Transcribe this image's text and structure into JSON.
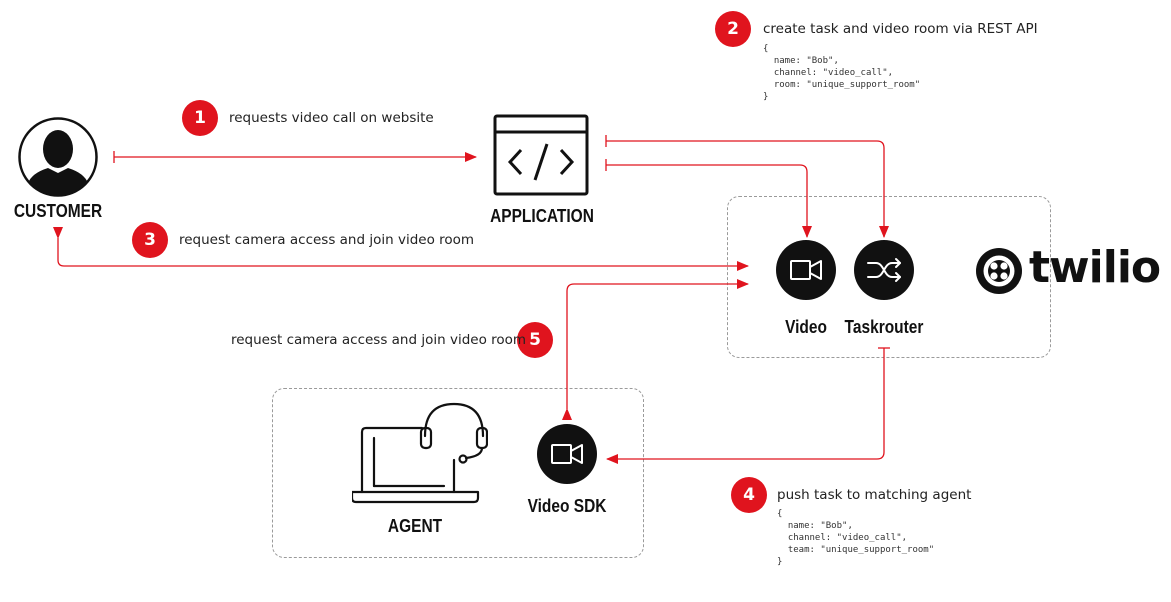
{
  "colors": {
    "accent": "#e0141e",
    "ink": "#111111",
    "dash": "#9a9a9a"
  },
  "nodes": {
    "customer": {
      "label": "CUSTOMER",
      "icon": "user-silhouette-icon"
    },
    "application": {
      "label": "APPLICATION",
      "icon": "code-window-icon"
    },
    "video": {
      "label": "Video",
      "icon": "video-camera-icon"
    },
    "taskrouter": {
      "label": "Taskrouter",
      "icon": "shuffle-icon"
    },
    "agent": {
      "label": "AGENT",
      "icon": "laptop-headset-icon"
    },
    "video_sdk": {
      "label": "Video SDK",
      "icon": "video-camera-icon"
    }
  },
  "brand": {
    "text": "twilio",
    "icon": "twilio-logo-icon"
  },
  "steps": [
    {
      "number": "1",
      "text": "requests video call on website"
    },
    {
      "number": "2",
      "text": "create task and video room via REST API",
      "code": [
        "{",
        "  name: \"Bob\",",
        "  channel: \"video_call\",",
        "  room: \"unique_support_room\"",
        "}"
      ]
    },
    {
      "number": "3",
      "text": "request camera access and join video room"
    },
    {
      "number": "4",
      "text": "push task to matching agent",
      "code": [
        "{",
        "  name: \"Bob\",",
        "  channel: \"video_call\",",
        "  team: \"unique_support_room\"",
        "}"
      ]
    },
    {
      "number": "5",
      "text": "request camera access and join video room"
    }
  ]
}
